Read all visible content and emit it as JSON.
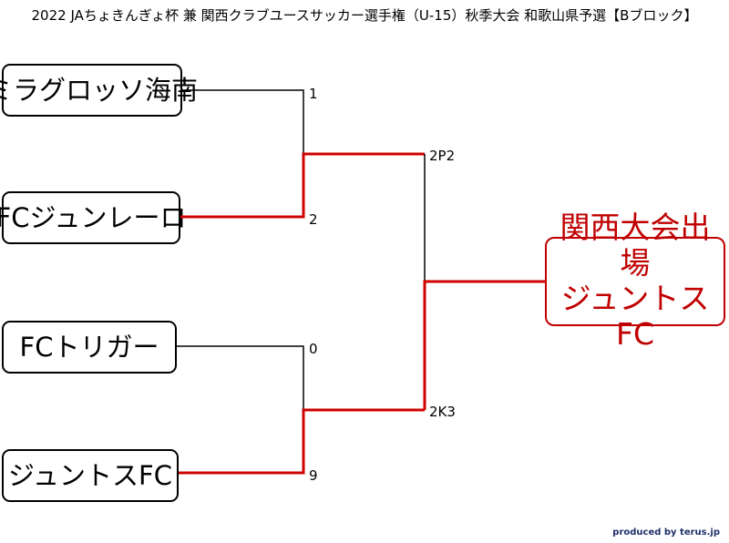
{
  "title": "2022 JAちょきんぎょ杯 兼 関西クラブユースサッカー選手権（U-15）秋季大会 和歌山県予選【Bブロック】",
  "teams": [
    "ミラグロッソ海南",
    "FCジュンレーロ",
    "FCトリガー",
    "ジュントスFC"
  ],
  "scores": [
    "1",
    "2",
    "0",
    "9"
  ],
  "semi_results": [
    "2P2",
    "2K3"
  ],
  "result": {
    "line1": "関西大会出場",
    "line2": "ジュントスFC"
  },
  "credit": "produced by terus.jp",
  "colors": {
    "winner_line": "#d00000",
    "loser_line": "#000000",
    "result_text": "#c00000"
  }
}
